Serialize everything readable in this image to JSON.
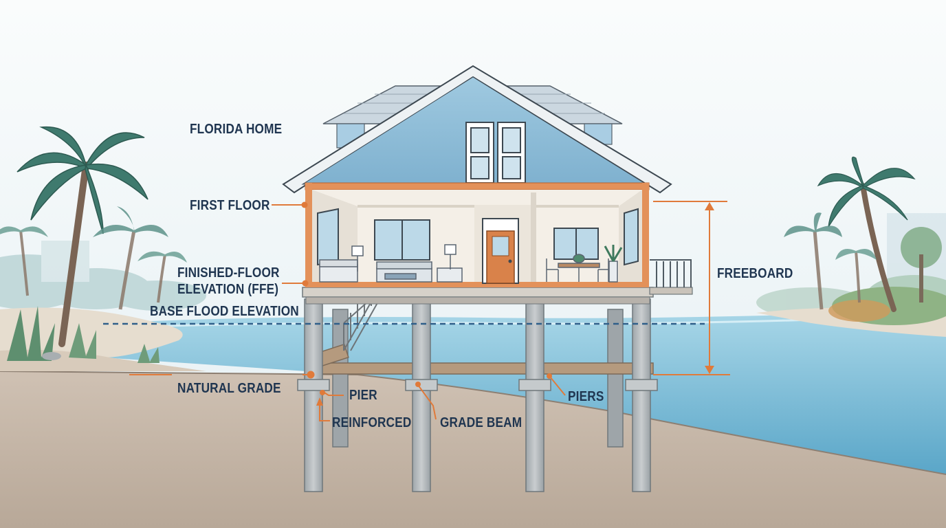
{
  "labels": {
    "title": "FLORIDA  HOME",
    "first_floor": "FIRST FLOOR",
    "ffe_line1": "FINISHED-FLOOR",
    "ffe_line2": "ELEVATION (FFE)",
    "base_flood_elevation": "BASE FLOOD ELEVATION",
    "natural_grade": "NATURAL GRADE",
    "pier": "PIER",
    "reinforced": "REINFORCED",
    "grade_beam": "GRADE BEAM",
    "piers": "PIERS",
    "freeboard": "FREEBOARD"
  },
  "colors": {
    "label_text": "#1f3550",
    "callout": "#e07a3a",
    "house_wall": "#a9cde3",
    "roof": "#c9d8e4",
    "water": "#8cc7df",
    "ground": "#c3b3a4",
    "concrete": "#b8bdc0",
    "flood_line": "#2f5f8a"
  }
}
